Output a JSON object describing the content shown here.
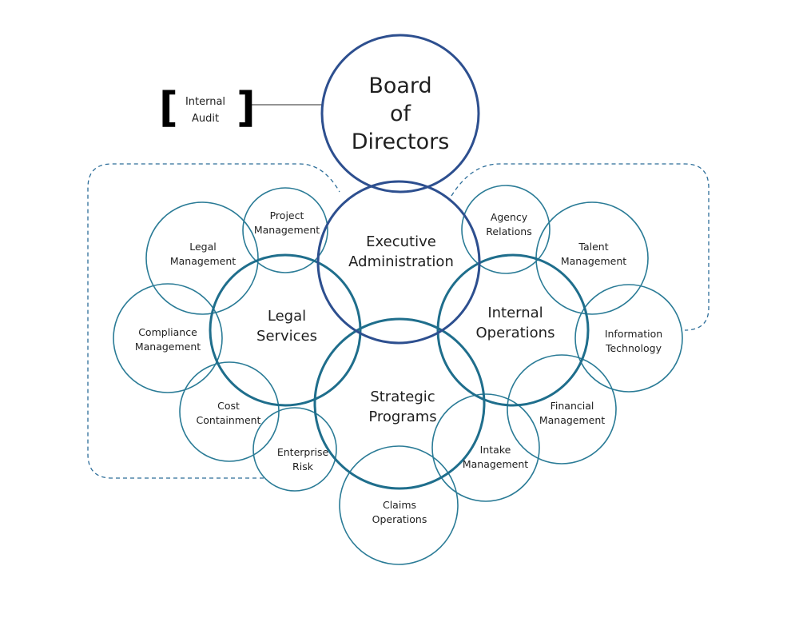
{
  "colors": {
    "dark_blue": "#2d4f8f",
    "teal_mid": "#1f6e8c",
    "teal_light": "#2a7b96",
    "connector": "#555555",
    "dashed": "#2c6d99"
  },
  "board": {
    "lines": [
      "Board",
      "of",
      "Directors"
    ]
  },
  "internal_audit": {
    "lines": [
      "Internal",
      "Audit"
    ],
    "left_bracket": "[",
    "right_bracket": "]"
  },
  "executive": {
    "lines": [
      "Executive",
      "Administration"
    ]
  },
  "legal_services": {
    "lines": [
      "Legal",
      "Services"
    ]
  },
  "internal_operations": {
    "lines": [
      "Internal",
      "Operations"
    ]
  },
  "strategic_programs": {
    "lines": [
      "Strategic",
      "Programs"
    ]
  },
  "satellites": {
    "project_management": {
      "lines": [
        "Project",
        "Management"
      ]
    },
    "legal_management": {
      "lines": [
        "Legal",
        "Management"
      ]
    },
    "compliance_management": {
      "lines": [
        "Compliance",
        "Management"
      ]
    },
    "cost_containment": {
      "lines": [
        "Cost",
        "Containment"
      ]
    },
    "enterprise_risk": {
      "lines": [
        "Enterprise",
        "Risk"
      ]
    },
    "claims_operations": {
      "lines": [
        "Claims",
        "Operations"
      ]
    },
    "agency_relations": {
      "lines": [
        "Agency",
        "Relations"
      ]
    },
    "talent_management": {
      "lines": [
        "Talent",
        "Management"
      ]
    },
    "information_technology": {
      "lines": [
        "Information",
        "Technology"
      ]
    },
    "financial_management": {
      "lines": [
        "Financial",
        "Management"
      ]
    },
    "intake_management": {
      "lines": [
        "Intake",
        "Management"
      ]
    }
  }
}
